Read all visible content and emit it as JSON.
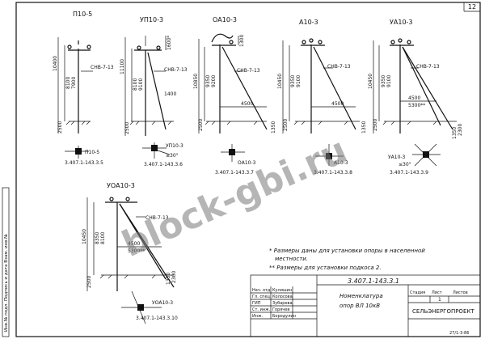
{
  "sheet_number": "12",
  "watermark": "block-gbi.ru",
  "supports": [
    {
      "name": "П10-5",
      "dims": [
        "10400",
        "8100",
        "7900",
        "2500"
      ],
      "cable": "СНВ-7-13",
      "plan_label": "П10-5",
      "plan_code": "3.407.1-143.3.5"
    },
    {
      "name": "УП10-3",
      "dims": [
        "11100",
        "8100",
        "9100",
        "2500"
      ],
      "cable": "СНВ-7-13",
      "extra": "1400",
      "top": "1600*",
      "plan_label": "УП10-3",
      "plan_angle": "≤30°",
      "plan_code": "3.407.1-143.3.6"
    },
    {
      "name": "ОА10-3",
      "dims": [
        "10850",
        "9350",
        "9200",
        "2500"
      ],
      "cable": "СНВ-7-13",
      "top": "1300",
      "base": "4500",
      "side": "1350",
      "plan_label": "ОА10-3",
      "plan_code": "3.407.1-143.3.7"
    },
    {
      "name": "А10-3",
      "dims": [
        "10450",
        "9350",
        "9100",
        "2500"
      ],
      "cable": "СНВ-7-13",
      "base": "4500",
      "side": "1350",
      "plan_label": "А10-3",
      "plan_code": "3.407.1-143.3.8"
    },
    {
      "name": "УА10-3",
      "dims": [
        "10450",
        "9350",
        "9100",
        "2500"
      ],
      "cable": "СНВ-7-13",
      "base": "4500",
      "base2": "5300**",
      "side": "1350",
      "side2": "2300",
      "plan_label": "УА10-3",
      "plan_angle": "≤30°",
      "plan_code": "3.407.1-143.3.9"
    },
    {
      "name": "УОА10-3",
      "dims": [
        "10450",
        "8350",
        "8100",
        "2500"
      ],
      "cable": "СНВ-7-13",
      "base": "4500",
      "base2": "5300**",
      "side": "1350",
      "side2": "2300",
      "plan_label": "УОА10-3",
      "plan_code": "3.407.1-143.3.10"
    }
  ],
  "notes": [
    "* Размеры даны для установки опоры в населенной",
    "местности.",
    "** Размеры для установки подкоса 2."
  ],
  "title_block": {
    "doc_code": "3.407.1-143.3.1",
    "title_line1": "Номенклатура",
    "title_line2": "опор ВЛ 10кВ",
    "stage_header": "Стадия",
    "sheet_header": "Лист",
    "sheets_header": "Листов",
    "sheet_value": "1",
    "org": "СЕЛЬЭНЕРГОПРОЕКТ",
    "rows": [
      {
        "role": "Нач. отд.",
        "name": "Кулишин"
      },
      {
        "role": "Гл. спец.",
        "name": "Колосова"
      },
      {
        "role": "ГИП",
        "name": "Зубарева"
      },
      {
        "role": "Ст. инж.",
        "name": "Горячев"
      },
      {
        "role": "Инж.",
        "name": "Бородулин"
      }
    ],
    "footer": "27/1-3-86"
  },
  "side_strip": "Инв.№ подл. Подпись и дата Взам. инв.№"
}
